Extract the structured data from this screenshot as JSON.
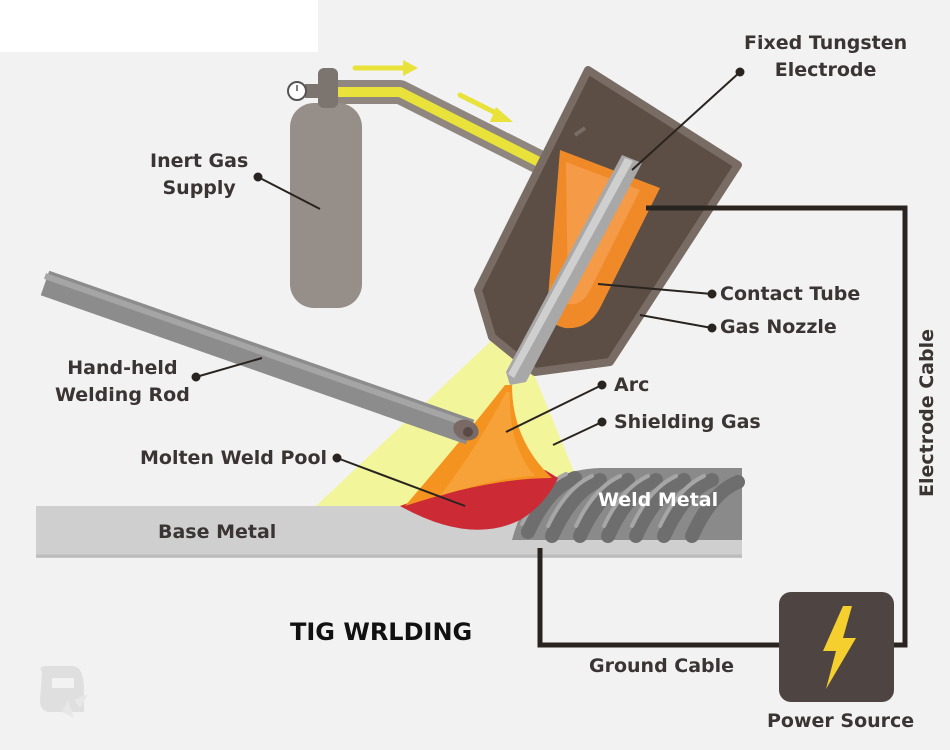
{
  "diagram": {
    "title": "TIG WRLDING",
    "labels": {
      "electrode": [
        "Fixed Tungsten",
        "Electrode"
      ],
      "gas_supply": [
        "Inert Gas",
        "Supply"
      ],
      "contact_tube": "Contact Tube",
      "gas_nozzle": "Gas Nozzle",
      "welding_rod": [
        "Hand-held",
        "Welding Rod"
      ],
      "arc": "Arc",
      "shielding_gas": "Shielding Gas",
      "weld_pool": "Molten Weld Pool",
      "weld_metal": "Weld Metal",
      "base_metal": "Base Metal",
      "electrode_cable": "Electrode Cable",
      "ground_cable": "Ground Cable",
      "power_source": "Power Source"
    },
    "colors": {
      "background": "#f2f2f2",
      "torch_body": "#5c4e45",
      "torch_outline": "#786c64",
      "contact_tube": "#f08a28",
      "gas_flow": "#e8e23a",
      "shielding_gas": "#f3f59a",
      "arc": "#f4931f",
      "weld_pool": "#cc2a35",
      "metal": "#cfcfcf",
      "weld_bead": "#8a8a8a",
      "cable": "#2a2420",
      "power_box": "#4e4542",
      "bolt": "#f4cf2e"
    }
  }
}
